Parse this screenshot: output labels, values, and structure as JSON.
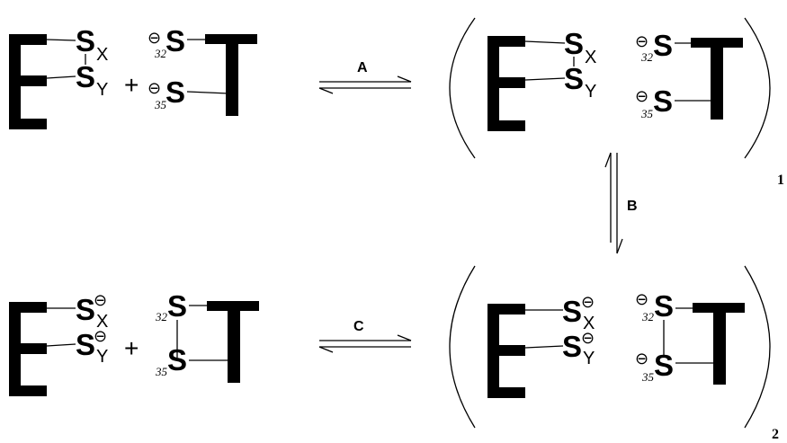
{
  "scheme": {
    "reactant": {
      "enzyme": "E",
      "thiol_x": "S",
      "thiol_y": "S",
      "sub_x": "X",
      "sub_y": "Y",
      "plus": "+",
      "target": "T",
      "iso_32": "32",
      "iso_35": "35",
      "atom_32": "S",
      "atom_35": "S",
      "charge_symbol": "⊖"
    },
    "complex1": {
      "enzyme": "E",
      "thiol_x": "S",
      "thiol_y": "S",
      "sub_x": "X",
      "sub_y": "Y",
      "target": "T",
      "iso_32": "32",
      "iso_35": "35",
      "atom_32": "S",
      "atom_35": "S",
      "charge_symbol": "⊖",
      "index": "1"
    },
    "complex2": {
      "enzyme": "E",
      "thiol_x": "S",
      "thiol_y": "S",
      "sub_x": "X",
      "sub_y": "Y",
      "target": "T",
      "iso_32": "32",
      "iso_35": "35",
      "atom_32": "S",
      "atom_35": "S",
      "charge_symbol": "⊖",
      "index": "2"
    },
    "product": {
      "enzyme": "E",
      "thiol_x": "S",
      "thiol_y": "S",
      "sub_x": "X",
      "sub_y": "Y",
      "plus": "+",
      "target": "T",
      "iso_32": "32",
      "iso_35": "35",
      "atom_32": "S",
      "atom_35": "S",
      "charge_symbol": "⊖"
    },
    "arrows": {
      "a": "A",
      "b": "B",
      "c": "C"
    }
  }
}
